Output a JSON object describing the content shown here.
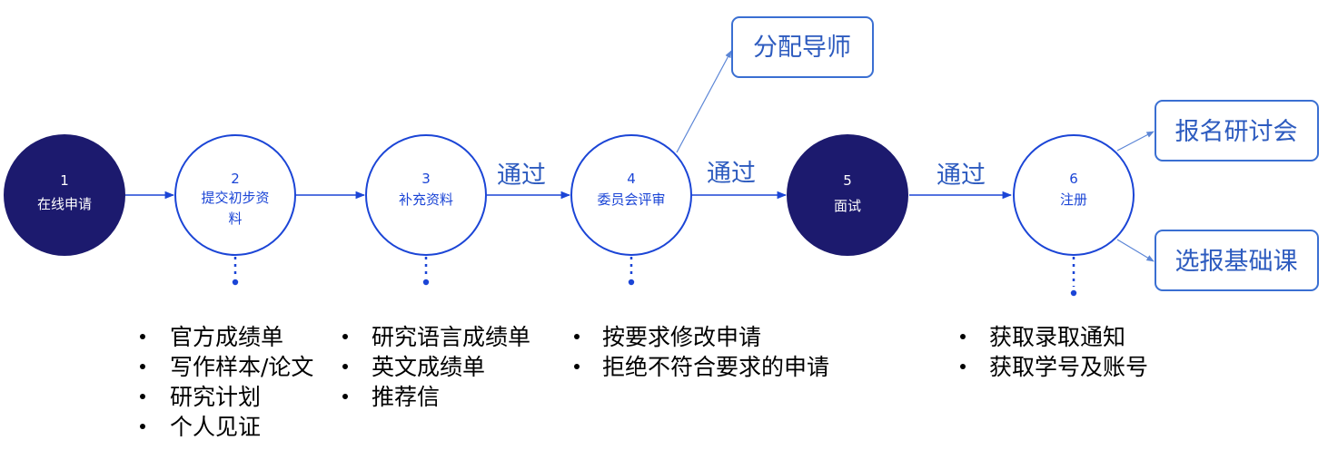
{
  "nodes": [
    {
      "num": "1",
      "label": [
        "在线申请"
      ]
    },
    {
      "num": "2",
      "label": [
        "提交初步资",
        "料"
      ]
    },
    {
      "num": "3",
      "label": [
        "补充资料"
      ]
    },
    {
      "num": "4",
      "label": [
        "委员会评审"
      ]
    },
    {
      "num": "5",
      "label": [
        "面试"
      ]
    },
    {
      "num": "6",
      "label": [
        "注册"
      ]
    }
  ],
  "pass_labels": [
    "通过",
    "通过",
    "通过"
  ],
  "boxes": {
    "assign_advisor": "分配导师",
    "seminar_signup": "报名研讨会",
    "basic_courses": "选报基础课"
  },
  "requirements": [
    {
      "items": [
        "官方成绩单",
        "写作样本/论文",
        "研究计划",
        "个人见证"
      ]
    },
    {
      "items": [
        "研究语言成绩单",
        "英文成绩单",
        "推荐信"
      ]
    },
    {
      "items": [
        "按要求修改申请",
        "拒绝不符合要求的申请"
      ]
    },
    {
      "items": [
        "获取录取通知",
        "获取学号及账号"
      ]
    }
  ],
  "colors": {
    "filled_node": "#1c1a6e",
    "accent": "#1b45d6",
    "box_border": "#3a6fd2",
    "text_blue": "#2d5bbf"
  }
}
